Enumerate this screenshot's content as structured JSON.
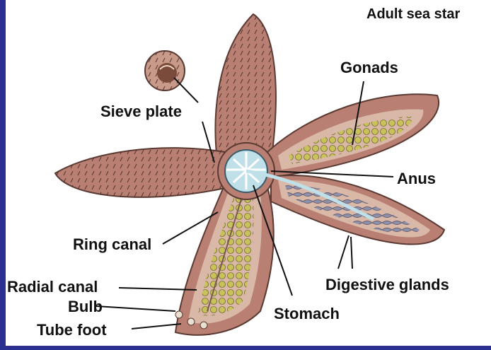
{
  "diagram": {
    "title": "Adult sea star",
    "labels": {
      "sieve_plate": "Sieve plate",
      "gonads": "Gonads",
      "anus": "Anus",
      "ring_canal": "Ring canal",
      "radial_canal": "Radial canal",
      "bulb": "Bulb",
      "tube_foot": "Tube foot",
      "stomach": "Stomach",
      "digestive_glands": "Digestive glands"
    }
  },
  "colors": {
    "background_border": "#2b2f8f",
    "panel": "#ffffff",
    "arm_skin": "#b97f73",
    "arm_interior": "#d9b8a8",
    "gonads": "#c9c25a",
    "digestive_glands": "#8e8fa8",
    "central_disc": "#bfe0e8",
    "label_text": "#111111"
  }
}
